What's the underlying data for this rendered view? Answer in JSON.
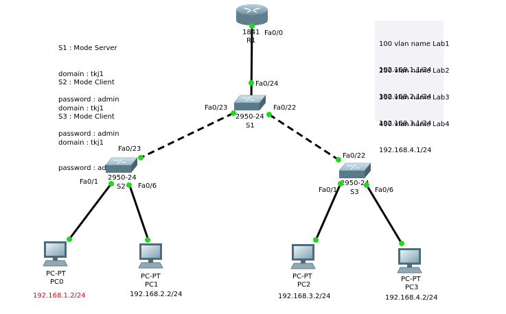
{
  "notes": {
    "s1": [
      "S1 : Mode Server",
      "domain : tkj1",
      "password : admin"
    ],
    "s2": [
      "S2 : Mode Client",
      "domain : tkj1",
      "password : admin"
    ],
    "s3": [
      "S3 : Mode Client",
      "domain : tkj1",
      "password : admin"
    ]
  },
  "vlans": [
    {
      "line1": "100 vlan name Lab1",
      "line2": "192.168.1.1/24"
    },
    {
      "line1": "200 vlan name Lab2",
      "line2": "192.168.2.1/24"
    },
    {
      "line1": "300 vlan name Lab3",
      "line2": "192.168.3.1/24"
    },
    {
      "line1": "400 vlan name Lab4",
      "line2": "192.168.4.1/24"
    }
  ],
  "devices": {
    "r1": {
      "model": "1841",
      "name": "R1",
      "port": "Fa0/0"
    },
    "s1": {
      "model": "2950-24",
      "name": "S1",
      "ports": {
        "up": "Fa0/24",
        "left": "Fa0/23",
        "right": "Fa0/22"
      }
    },
    "s2": {
      "model": "2950-24",
      "name": "S2",
      "ports": {
        "up": "Fa0/23",
        "pc0": "Fa0/1",
        "pc1": "Fa0/6"
      }
    },
    "s3": {
      "model": "2950-24",
      "name": "S3",
      "ports": {
        "up": "Fa0/22",
        "pc2": "Fa0/1",
        "pc3": "Fa0/6"
      }
    },
    "pc0": {
      "type": "PC-PT",
      "name": "PC0",
      "ip": "192.168.1.2/24"
    },
    "pc1": {
      "type": "PC-PT",
      "name": "PC1",
      "ip": "192.168.2.2/24"
    },
    "pc2": {
      "type": "PC-PT",
      "name": "PC2",
      "ip": "192.168.3.2/24"
    },
    "pc3": {
      "type": "PC-PT",
      "name": "PC3",
      "ip": "192.168.4.2/24"
    }
  },
  "colors": {
    "link": "#000000",
    "port_dot": "#22d81e",
    "highlight_ip": "#e8000b"
  }
}
